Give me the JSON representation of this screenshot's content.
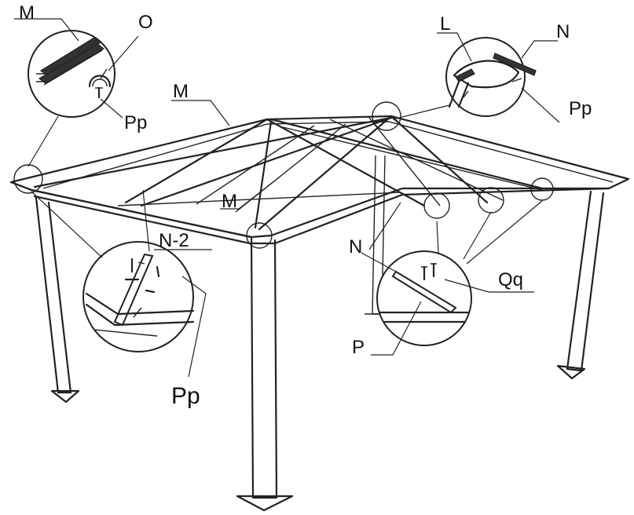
{
  "labels": {
    "m_top_left": "M",
    "o": "O",
    "pp_top_left": "Pp",
    "m_roof": "M",
    "l": "L",
    "n_top_right": "N",
    "pp_top_right": "Pp",
    "m_center": "M",
    "n2": "N-2",
    "n_right": "N",
    "qq": "Qq",
    "p": "P",
    "pp_bottom": "Pp"
  }
}
